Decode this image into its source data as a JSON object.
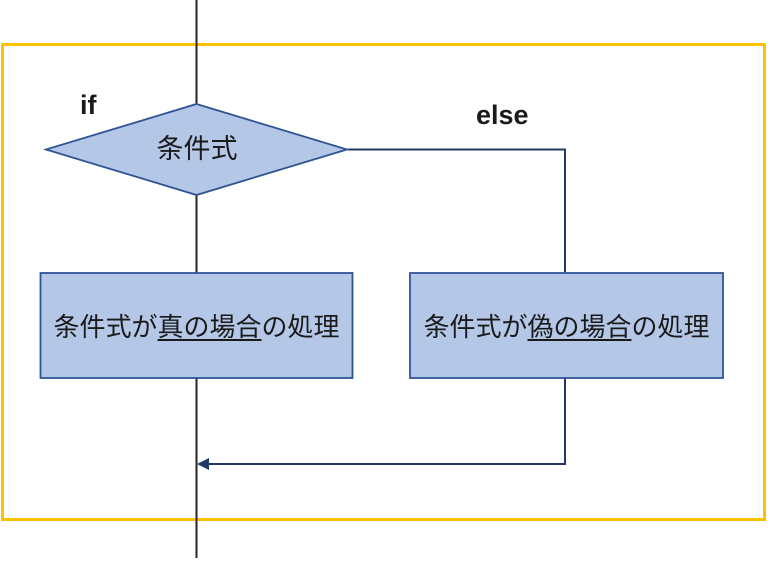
{
  "diagram": {
    "labels": {
      "if_label": "if",
      "else_label": "else",
      "condition": "条件式",
      "true_branch": {
        "pre": "条件式が",
        "emphasis": "真の場合",
        "post": "の処理"
      },
      "false_branch": {
        "pre": "条件式が",
        "emphasis": "偽の場合",
        "post": "の処理"
      }
    },
    "colors": {
      "frame_border": "#FFC000",
      "shape_fill": "#B4C7E7",
      "shape_stroke": "#2F5496",
      "connector_line": "#1F3864",
      "flow_line": "#262626",
      "text": "#1A1A1A"
    }
  }
}
